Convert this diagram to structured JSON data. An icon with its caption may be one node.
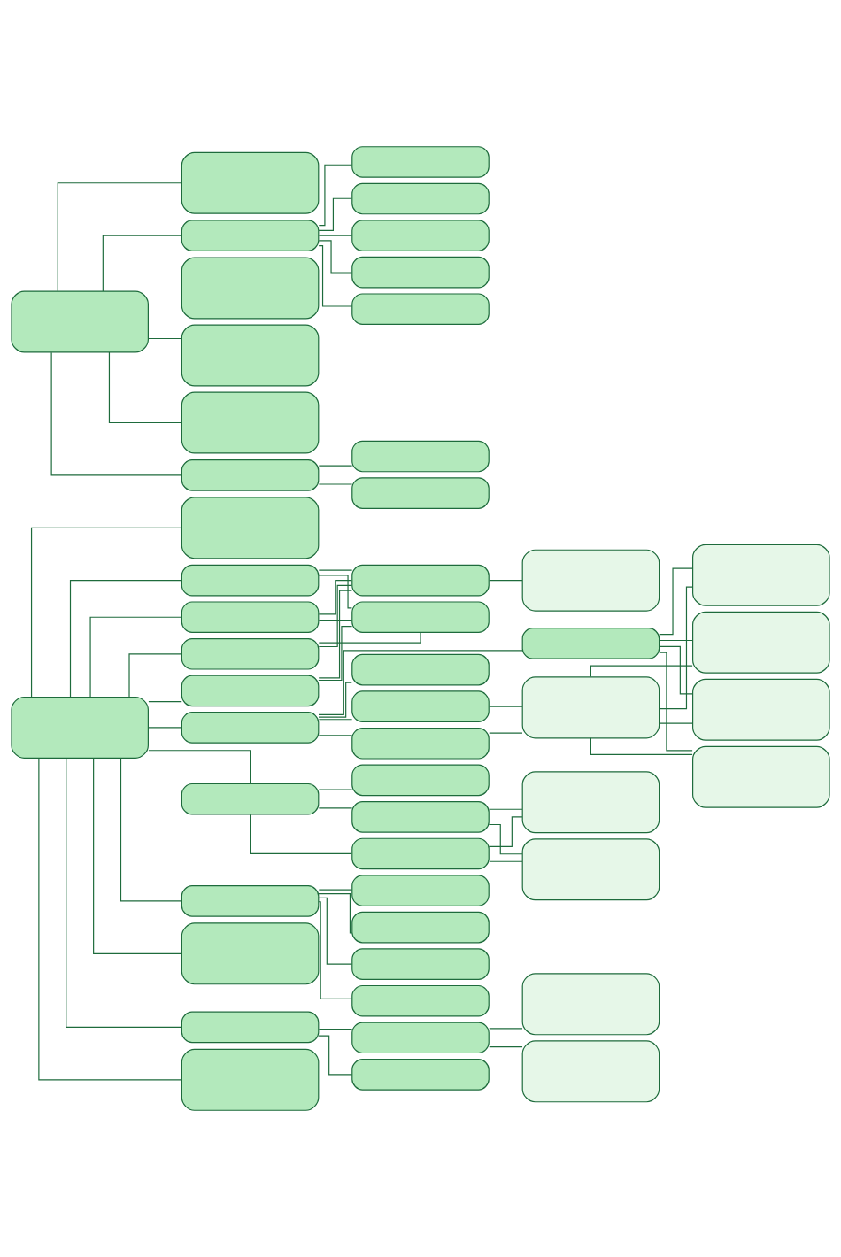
{
  "diagram": {
    "nodes": [
      {
        "text": [],
        "shape": "box"
      },
      {
        "text": [],
        "shape": "box"
      },
      {
        "text": [],
        "shape": "box"
      },
      {
        "text": [],
        "shape": "box"
      },
      {
        "text": [],
        "shape": "box"
      },
      {
        "text": [],
        "shape": "box"
      },
      {
        "text": [],
        "shape": "box"
      },
      {
        "text": [],
        "shape": "box"
      },
      {
        "text": [],
        "shape": "box"
      },
      {
        "text": [],
        "shape": "box"
      },
      {
        "text": [],
        "shape": "box"
      },
      {
        "text": [],
        "shape": "box"
      },
      {
        "text": [],
        "shape": "box"
      },
      {
        "text": [],
        "shape": "box"
      },
      {
        "text": [],
        "shape": "box"
      },
      {
        "text": [],
        "shape": "box"
      },
      {
        "text": [],
        "shape": "box"
      },
      {
        "text": [],
        "shape": "box"
      },
      {
        "text": [],
        "shape": "box"
      },
      {
        "text": [],
        "shape": "box"
      },
      {
        "text": [],
        "shape": "box"
      },
      {
        "text": [],
        "shape": "box"
      },
      {
        "text": [],
        "shape": "box"
      },
      {
        "text": [],
        "shape": "box"
      },
      {
        "text": [],
        "shape": "box"
      },
      {
        "text": [],
        "shape": "box"
      },
      {
        "text": [],
        "shape": "box"
      },
      {
        "text": [],
        "shape": "box"
      },
      {
        "text": [],
        "shape": "box"
      },
      {
        "text": [],
        "shape": "box"
      },
      {
        "text": [],
        "shape": "box"
      },
      {
        "text": [],
        "shape": "box"
      },
      {
        "text": [],
        "shape": "box"
      },
      {
        "text": [],
        "shape": "box"
      },
      {
        "text": [],
        "shape": "box"
      },
      {
        "text": [],
        "shape": "box"
      },
      {
        "text": [],
        "shape": "box"
      },
      {
        "text": [],
        "shape": "box"
      },
      {
        "text": [],
        "shape": "box"
      },
      {
        "text": [],
        "shape": "box"
      },
      {
        "text": [],
        "shape": "box"
      },
      {
        "text": [],
        "shape": "box"
      },
      {
        "text": [],
        "shape": "box"
      },
      {
        "text": [],
        "shape": "box"
      },
      {
        "text": [],
        "shape": "box"
      },
      {
        "text": [],
        "shape": "box"
      },
      {
        "text": [],
        "shape": "box"
      },
      {
        "text": [],
        "shape": "box"
      },
      {
        "text": [],
        "shape": "box"
      },
      {
        "text": [],
        "shape": "box"
      },
      {
        "text": [],
        "shape": "box"
      }
    ],
    "edges": [
      {
        "from": 0,
        "to": 1,
        "arrow": "none"
      },
      {
        "from": 0,
        "to": 2,
        "arrow": "none"
      },
      {
        "from": 0,
        "to": 3,
        "arrow": "none"
      },
      {
        "from": 0,
        "to": 4,
        "arrow": "none"
      },
      {
        "from": 0,
        "to": 5,
        "arrow": "none"
      },
      {
        "from": 2,
        "to": 6,
        "arrow": "none"
      },
      {
        "from": 2,
        "to": 7,
        "arrow": "none"
      },
      {
        "from": 3,
        "to": 6,
        "arrow": "none"
      },
      {
        "from": 3,
        "to": 7,
        "arrow": "none"
      },
      {
        "from": 4,
        "to": 6,
        "arrow": "none"
      },
      {
        "from": 4,
        "to": 7,
        "arrow": "none"
      },
      {
        "from": 5,
        "to": 6,
        "arrow": "none"
      },
      {
        "from": 5,
        "to": 7,
        "arrow": "none"
      },
      {
        "from": 7,
        "to": 8,
        "arrow": "none"
      },
      {
        "from": 0,
        "to": 9,
        "arrow": "none"
      },
      {
        "from": 9,
        "to": 10,
        "arrow": "none"
      },
      {
        "from": 9,
        "to": 11,
        "arrow": "none"
      },
      {
        "from": 9,
        "to": 12,
        "arrow": "none"
      },
      {
        "from": 9,
        "to": 13,
        "arrow": "none"
      },
      {
        "from": 12,
        "to": 14,
        "arrow": "none"
      },
      {
        "from": 13,
        "to": 14,
        "arrow": "none"
      },
      {
        "from": 11,
        "to": 15,
        "arrow": "none"
      },
      {
        "from": 11,
        "to": 16,
        "arrow": "none"
      },
      {
        "from": 11,
        "to": 17,
        "arrow": "none"
      },
      {
        "from": 11,
        "to": 18,
        "arrow": "none"
      },
      {
        "from": 14,
        "to": 15,
        "arrow": "none"
      },
      {
        "from": 14,
        "to": 16,
        "arrow": "none"
      },
      {
        "from": 14,
        "to": 17,
        "arrow": "none"
      },
      {
        "from": 14,
        "to": 18,
        "arrow": "none"
      },
      {
        "from": 0,
        "to": 19,
        "arrow": "none"
      },
      {
        "from": 19,
        "to": 20,
        "arrow": "none"
      },
      {
        "from": 19,
        "to": 21,
        "arrow": "none"
      },
      {
        "from": 19,
        "to": 22,
        "arrow": "none"
      },
      {
        "from": 21,
        "to": 23,
        "arrow": "none"
      },
      {
        "from": 21,
        "to": 24,
        "arrow": "none"
      },
      {
        "from": 22,
        "to": 23,
        "arrow": "none"
      },
      {
        "from": 22,
        "to": 24,
        "arrow": "none"
      },
      {
        "from": 0,
        "to": 25,
        "arrow": "none"
      },
      {
        "from": 25,
        "to": 26,
        "arrow": "none"
      },
      {
        "from": 25,
        "to": 27,
        "arrow": "none"
      },
      {
        "from": 25,
        "to": 28,
        "arrow": "none"
      },
      {
        "from": 25,
        "to": 29,
        "arrow": "none"
      },
      {
        "from": 0,
        "to": 30,
        "arrow": "none"
      },
      {
        "from": 0,
        "to": 31,
        "arrow": "none"
      },
      {
        "from": 31,
        "to": 32,
        "arrow": "none"
      },
      {
        "from": 31,
        "to": 33,
        "arrow": "none"
      },
      {
        "from": 33,
        "to": 34,
        "arrow": "none"
      },
      {
        "from": 33,
        "to": 35,
        "arrow": "none"
      },
      {
        "from": 0,
        "to": 36,
        "arrow": "none"
      },
      {
        "from": 37,
        "to": 38,
        "arrow": "none"
      },
      {
        "from": 37,
        "to": 39,
        "arrow": "none"
      },
      {
        "from": 39,
        "to": 40,
        "arrow": "none"
      },
      {
        "from": 39,
        "to": 41,
        "arrow": "none"
      },
      {
        "from": 39,
        "to": 42,
        "arrow": "none"
      },
      {
        "from": 39,
        "to": 43,
        "arrow": "none"
      },
      {
        "from": 39,
        "to": 44,
        "arrow": "none"
      },
      {
        "from": 37,
        "to": 45,
        "arrow": "none"
      },
      {
        "from": 37,
        "to": 46,
        "arrow": "none"
      },
      {
        "from": 37,
        "to": 47,
        "arrow": "none"
      },
      {
        "from": 37,
        "to": 48,
        "arrow": "none"
      },
      {
        "from": 48,
        "to": 49,
        "arrow": "none"
      },
      {
        "from": 48,
        "to": 50,
        "arrow": "none"
      }
    ]
  }
}
